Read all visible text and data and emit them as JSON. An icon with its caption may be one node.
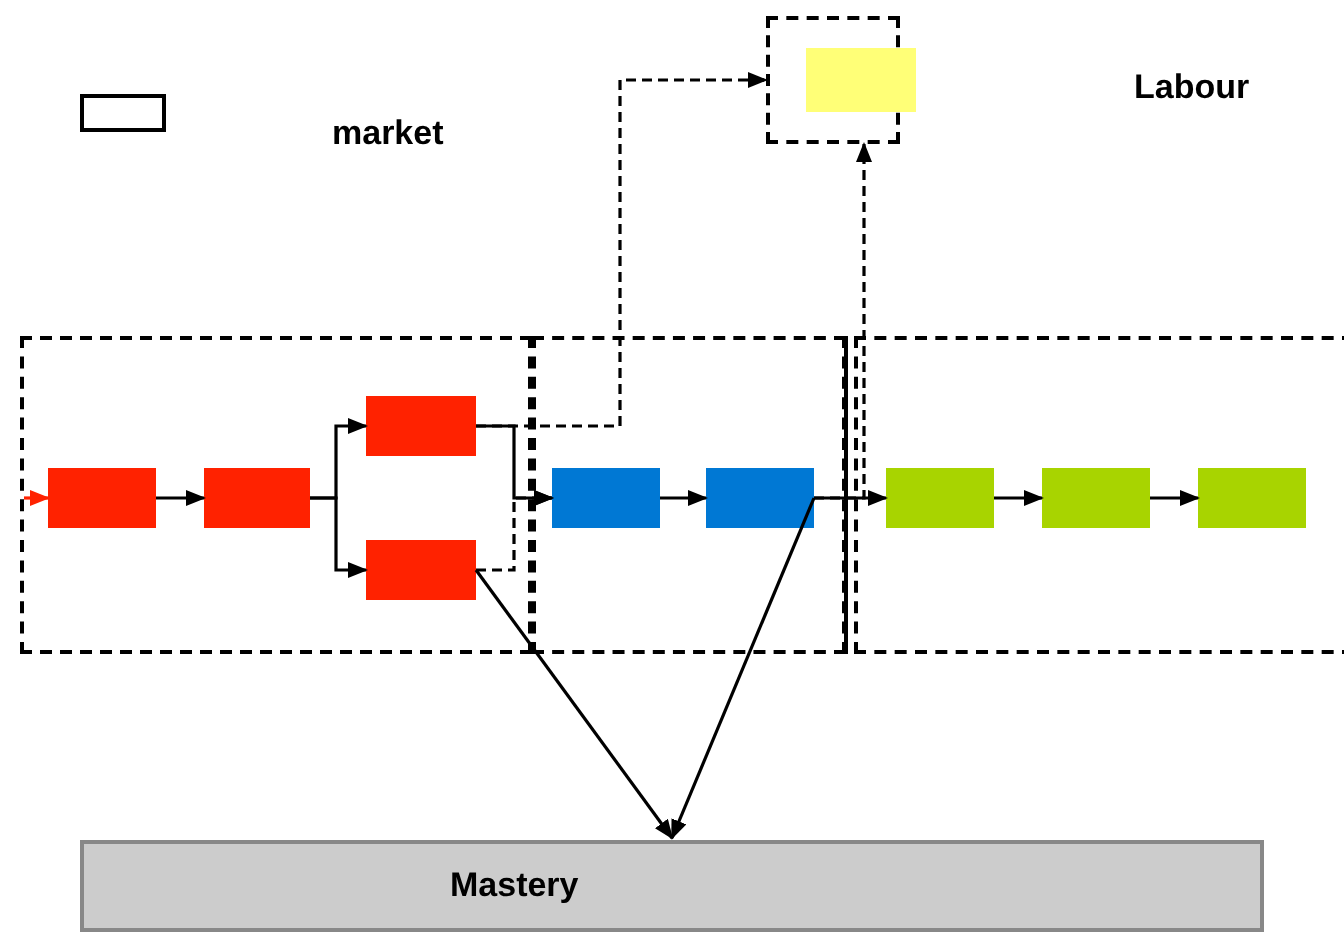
{
  "diagram": {
    "nodes": [
      {
        "text": [],
        "shape": "box"
      },
      {
        "text": [],
        "shape": "box"
      },
      {
        "text": [],
        "shape": "box"
      },
      {
        "text": [],
        "shape": "box"
      },
      {
        "text": [],
        "shape": "box"
      },
      {
        "text": [],
        "shape": "box",
        "in": 4
      },
      {
        "text": [],
        "shape": "box",
        "in": 1
      },
      {
        "text": [],
        "shape": "box",
        "in": 1
      },
      {
        "text": [],
        "shape": "box",
        "in": 1
      },
      {
        "text": [],
        "shape": "box",
        "in": 1
      },
      {
        "text": [],
        "shape": "box",
        "in": 2
      },
      {
        "text": [],
        "shape": "box",
        "in": 2
      },
      {
        "text": [],
        "shape": "box",
        "in": 3
      },
      {
        "text": [],
        "shape": "box",
        "in": 3
      },
      {
        "text": [],
        "shape": "box",
        "in": 3
      },
      {
        "text": [
          "Mastery"
        ]
      }
    ],
    "edges": [
      {
        "from": null,
        "to": 6,
        "arrow": "to",
        "color": "#ff2200"
      },
      {
        "from": 6,
        "to": 7,
        "arrow": "to"
      },
      {
        "from": 7,
        "to": 8,
        "arrow": "to"
      },
      {
        "from": 7,
        "to": 9,
        "arrow": "to"
      },
      {
        "from": 8,
        "to": 10,
        "arrow": "to"
      },
      {
        "from": 9,
        "to": 10,
        "arrow": "to",
        "style": "dashed"
      },
      {
        "from": 8,
        "to": 4,
        "arrow": "to",
        "style": "dashed"
      },
      {
        "from": 10,
        "to": 11,
        "arrow": "to"
      },
      {
        "from": 11,
        "to": 12,
        "arrow": "to"
      },
      {
        "from": 11,
        "to": 4,
        "arrow": "to",
        "style": "dashed"
      },
      {
        "from": 12,
        "to": 13,
        "arrow": "to"
      },
      {
        "from": 13,
        "to": 14,
        "arrow": "to"
      },
      {
        "from": 9,
        "to": 15,
        "arrow": "to"
      },
      {
        "from": 11,
        "to": 15,
        "arrow": "to"
      }
    ],
    "labels": [
      "Labour",
      "market"
    ]
  }
}
